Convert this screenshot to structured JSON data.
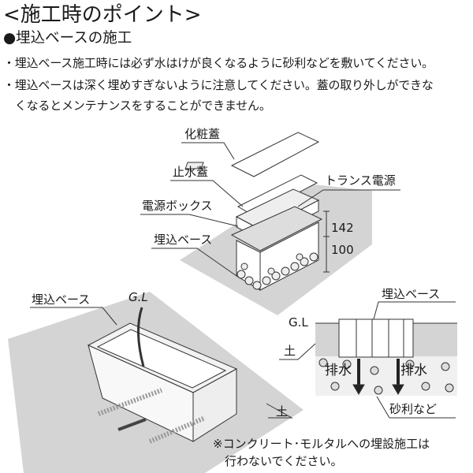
{
  "title": "<施工時のポイント>",
  "section_heading": "●埋込ベースの施工",
  "bullets": [
    "・埋込ベース施工時には必ず水はけが良くなるように砂利などを敷いてください。",
    "・埋込ベースは深く埋めすぎないように注意してください。蓋の取り外しができな",
    "　くなるとメンテナンスをすることができません。"
  ],
  "exploded_view": {
    "labels": {
      "decorative_lid": "化粧蓋",
      "waterproof_lid": "止水蓋",
      "transformer": "トランス電源",
      "power_box": "電源ボックス",
      "embedded_base": "埋込ベース"
    },
    "dimensions": [
      "142",
      "100"
    ]
  },
  "installed_view": {
    "embedded_base": "埋込ベース",
    "ground_level": "G.L",
    "soil": "土"
  },
  "cross_section": {
    "embedded_base": "埋込ベース",
    "ground_level": "G.L",
    "soil": "土",
    "drainage_left": "排水",
    "drainage_right": "排水",
    "gravel": "砂利など"
  },
  "note": [
    "※コンクリート･モルタルへの埋設施工は",
    "　行わないでください。"
  ],
  "colors": {
    "ground": "#d4d4d4",
    "text": "#1a1a1a",
    "line": "#333333"
  }
}
